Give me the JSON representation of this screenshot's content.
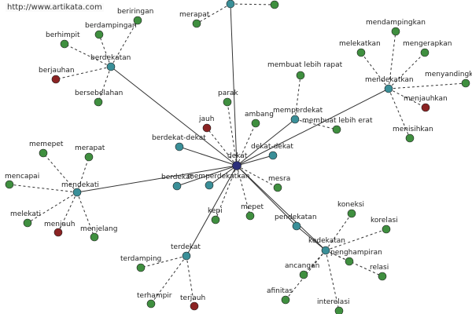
{
  "watermark": "http://www.artikata.com",
  "colors": {
    "center": "#2b2f7a",
    "hub": "#3a8f98",
    "leaf": "#3f8f3f",
    "antonym": "#8b2323",
    "edge": "#333333"
  },
  "center": {
    "id": "dekat",
    "label": "dekat"
  },
  "hubs": [
    {
      "id": "berdekatan",
      "label": "berdekatan"
    },
    {
      "id": "mendekati",
      "label": "mendekati"
    },
    {
      "id": "mendekatkan",
      "label": "mendekatkan"
    },
    {
      "id": "memperdekat",
      "label": "memperdekat"
    },
    {
      "id": "berdekat-dekat",
      "label": "berdekat-dekat"
    },
    {
      "id": "dekat-dekat",
      "label": "dekat-dekat"
    },
    {
      "id": "berdekat",
      "label": "berdekat"
    },
    {
      "id": "memperdekatkan",
      "label": "memperdekatkan"
    },
    {
      "id": "pendekatan",
      "label": "pendekatan"
    },
    {
      "id": "kedekatan",
      "label": "kedekatan"
    },
    {
      "id": "terdekat",
      "label": "terdekat"
    },
    {
      "id": "top-hub",
      "label": ""
    }
  ],
  "leaves": [
    {
      "id": "beriringan",
      "label": "beriringan",
      "type": "leaf",
      "hub": "berdekatan"
    },
    {
      "id": "berdampingan",
      "label": "berdampingan",
      "type": "leaf",
      "hub": "berdekatan"
    },
    {
      "id": "berhimpit",
      "label": "berhimpit",
      "type": "leaf",
      "hub": "berdekatan"
    },
    {
      "id": "berjauhan",
      "label": "berjauhan",
      "type": "antonym",
      "hub": "berdekatan"
    },
    {
      "id": "bersebelahan",
      "label": "bersebelahan",
      "type": "leaf",
      "hub": "berdekatan"
    },
    {
      "id": "merapat-top",
      "label": "merapat",
      "type": "leaf",
      "hub": "top-hub"
    },
    {
      "id": "top-right-leaf",
      "label": "",
      "type": "leaf",
      "hub": "top-hub"
    },
    {
      "id": "mendampingkan",
      "label": "mendampingkan",
      "type": "leaf",
      "hub": "mendekatkan"
    },
    {
      "id": "melekatkan",
      "label": "melekatkan",
      "type": "leaf",
      "hub": "mendekatkan"
    },
    {
      "id": "mengerapkan",
      "label": "mengerapkan",
      "type": "leaf",
      "hub": "mendekatkan"
    },
    {
      "id": "menyandingkan",
      "label": "menyandingkan",
      "type": "leaf",
      "hub": "mendekatkan"
    },
    {
      "id": "menjauhkan",
      "label": "menjauhkan",
      "type": "antonym",
      "hub": "mendekatkan"
    },
    {
      "id": "menisihkan",
      "label": "menisihkan",
      "type": "leaf",
      "hub": "mendekatkan"
    },
    {
      "id": "membuat-lebih-rapat",
      "label": "membuat lebih rapat",
      "type": "leaf",
      "hub": "memperdekat"
    },
    {
      "id": "membuat-lebih-erat",
      "label": "membuat lebih erat",
      "type": "leaf",
      "hub": "memperdekat"
    },
    {
      "id": "parak",
      "label": "parak",
      "type": "leaf",
      "hub": "dekat"
    },
    {
      "id": "ambang",
      "label": "ambang",
      "type": "leaf",
      "hub": "dekat"
    },
    {
      "id": "jauh",
      "label": "jauh",
      "type": "antonym",
      "hub": "dekat"
    },
    {
      "id": "mesra",
      "label": "mesra",
      "type": "leaf",
      "hub": "dekat"
    },
    {
      "id": "mepet-center",
      "label": "mepet",
      "type": "leaf",
      "hub": "dekat"
    },
    {
      "id": "kepi",
      "label": "kepi",
      "type": "leaf",
      "hub": "dekat"
    },
    {
      "id": "memepet",
      "label": "memepet",
      "type": "leaf",
      "hub": "mendekati"
    },
    {
      "id": "merapat-left",
      "label": "merapat",
      "type": "leaf",
      "hub": "mendekati"
    },
    {
      "id": "mencapai",
      "label": "mencapai",
      "type": "leaf",
      "hub": "mendekati"
    },
    {
      "id": "melekati",
      "label": "melekati",
      "type": "leaf",
      "hub": "mendekati"
    },
    {
      "id": "menjauh",
      "label": "menjauh",
      "type": "antonym",
      "hub": "mendekati"
    },
    {
      "id": "menjelang",
      "label": "menjelang",
      "type": "leaf",
      "hub": "mendekati"
    },
    {
      "id": "terdamping",
      "label": "terdamping",
      "type": "leaf",
      "hub": "terdekat"
    },
    {
      "id": "terhampir",
      "label": "terhampir",
      "type": "leaf",
      "hub": "terdekat"
    },
    {
      "id": "terjauh",
      "label": "terjauh",
      "type": "antonym",
      "hub": "terdekat"
    },
    {
      "id": "koneksi",
      "label": "koneksi",
      "type": "leaf",
      "hub": "kedekatan"
    },
    {
      "id": "korelasi",
      "label": "korelasi",
      "type": "leaf",
      "hub": "kedekatan"
    },
    {
      "id": "penghampiran",
      "label": "penghampiran",
      "type": "leaf",
      "hub": "kedekatan"
    },
    {
      "id": "relasi",
      "label": "relasi",
      "type": "leaf",
      "hub": "kedekatan"
    },
    {
      "id": "ancangan",
      "label": "ancangan",
      "type": "leaf",
      "hub": "kedekatan"
    },
    {
      "id": "afinitas",
      "label": "afinitas",
      "type": "leaf",
      "hub": "kedekatan"
    },
    {
      "id": "interelasi",
      "label": "interelasi",
      "type": "leaf",
      "hub": "kedekatan"
    }
  ],
  "hub_edges": [
    [
      "dekat",
      "berdekatan"
    ],
    [
      "dekat",
      "top-hub"
    ],
    [
      "dekat",
      "mendekatkan"
    ],
    [
      "dekat",
      "memperdekat"
    ],
    [
      "dekat",
      "berdekat-dekat"
    ],
    [
      "dekat",
      "dekat-dekat"
    ],
    [
      "dekat",
      "berdekat"
    ],
    [
      "dekat",
      "memperdekatkan"
    ],
    [
      "dekat",
      "mendekati"
    ],
    [
      "dekat",
      "pendekatan"
    ],
    [
      "dekat",
      "kedekatan"
    ],
    [
      "dekat",
      "terdekat"
    ],
    [
      "pendekatan",
      "kedekatan"
    ]
  ]
}
